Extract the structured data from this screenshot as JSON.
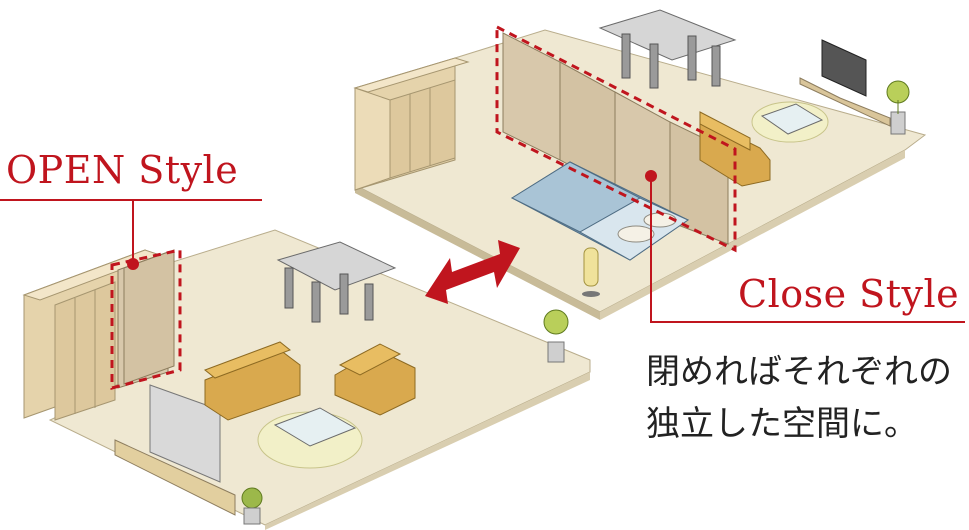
{
  "labels": {
    "open_style": "OPEN Style",
    "close_style": "Close Style"
  },
  "caption": {
    "line1": "閉めればそれぞれの",
    "line2": "独立した空間に。"
  },
  "colors": {
    "accent_red": "#c0151e",
    "floor": "#efe8d2",
    "wall": "#e8d5ae",
    "panel": "#d8c8ab",
    "caption_text": "#222222"
  }
}
